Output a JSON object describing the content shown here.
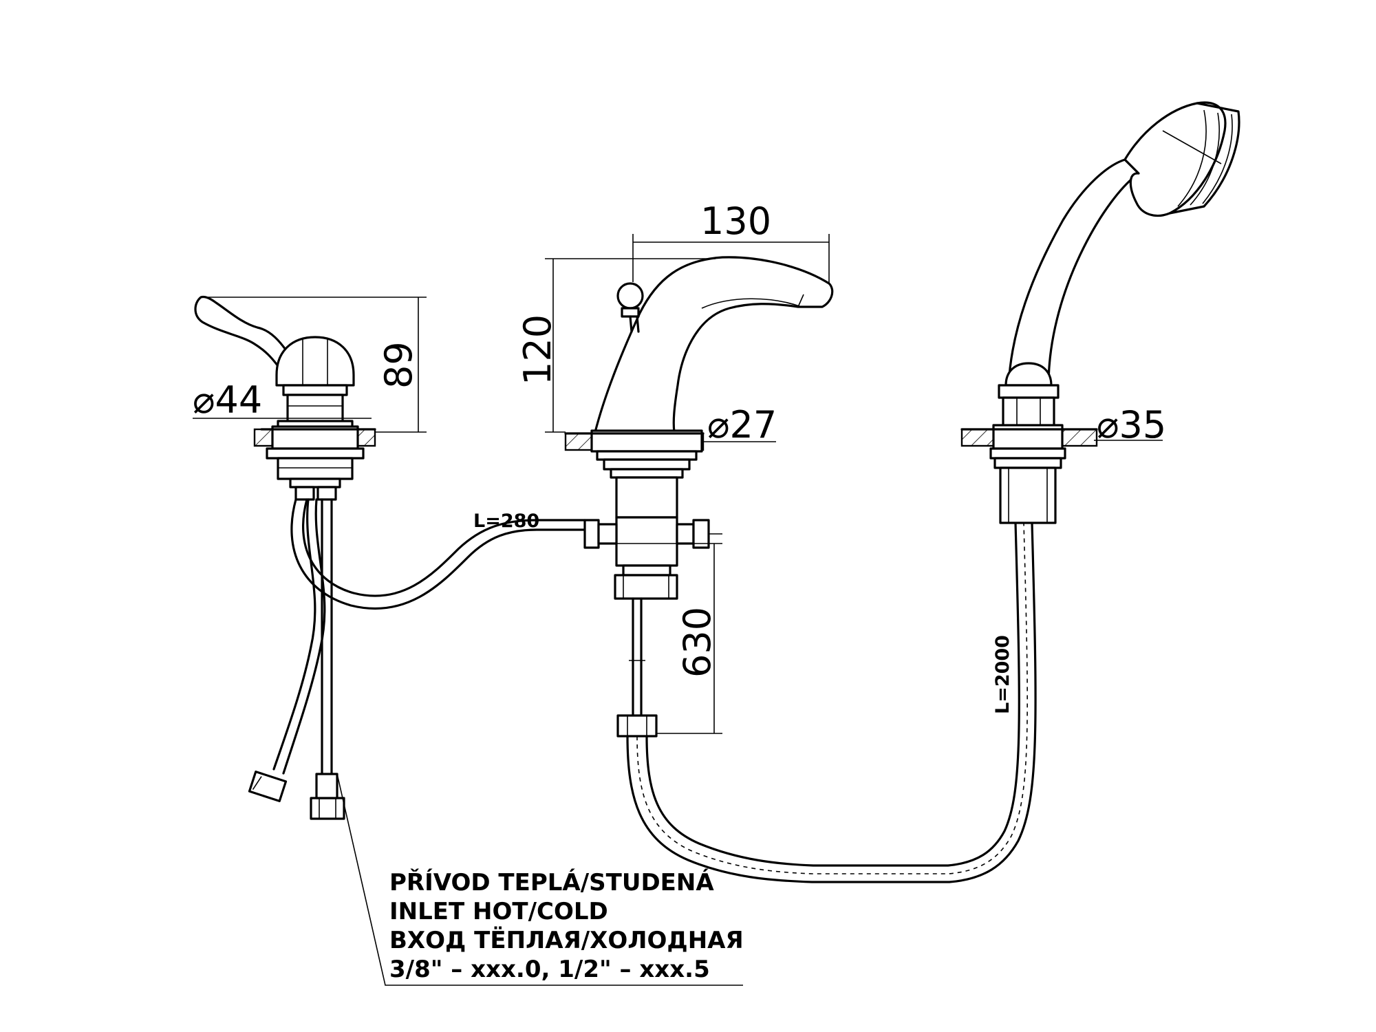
{
  "dimensions": {
    "spout_width": "130",
    "spout_height": "120",
    "mixer_height": "89",
    "mixer_diameter": "⌀44",
    "spout_diameter": "⌀27",
    "shower_diameter": "⌀35",
    "riser_length": "630"
  },
  "hose_labels": {
    "connector": "L=280",
    "shower_hose": "L=2000"
  },
  "inlet_note": {
    "line_cz": "PŘÍVOD TEPLÁ/STUDENÁ",
    "line_en": "INLET HOT/COLD",
    "line_ru": "ВХОД ТЁПЛАЯ/ХОЛОДНАЯ",
    "line_thread": "3/8\" – xxx.0, 1/2\" – xxx.5"
  }
}
